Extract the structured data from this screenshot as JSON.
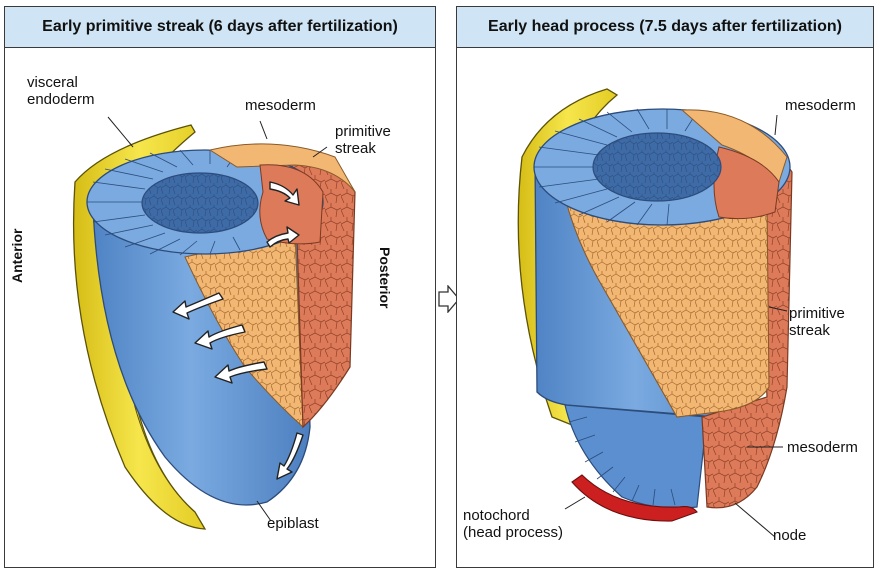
{
  "left_panel": {
    "title": "Early primitive streak (6 days after fertilization)",
    "labels": {
      "visceral_endoderm_1": "visceral",
      "visceral_endoderm_2": "endoderm",
      "mesoderm": "mesoderm",
      "primitive_streak_1": "primitive",
      "primitive_streak_2": "streak",
      "epiblast": "epiblast",
      "anterior": "Anterior",
      "posterior": "Posterior"
    }
  },
  "right_panel": {
    "title": "Early head process (7.5 days after fertilization)",
    "labels": {
      "mesoderm_top": "mesoderm",
      "primitive_streak_1": "primitive",
      "primitive_streak_2": "streak",
      "mesoderm_bottom": "mesoderm",
      "notochord_1": "notochord",
      "notochord_2": "(head process)",
      "node": "node"
    }
  },
  "colors": {
    "header_bg": "#cfe5f5",
    "epiblast_blue": "#6f9fd8",
    "visceral_yellow": "#f2de3a",
    "mesoderm_tan": "#f2b772",
    "streak_orange": "#dd7a5a",
    "notochord_red": "#cc1f1f"
  }
}
